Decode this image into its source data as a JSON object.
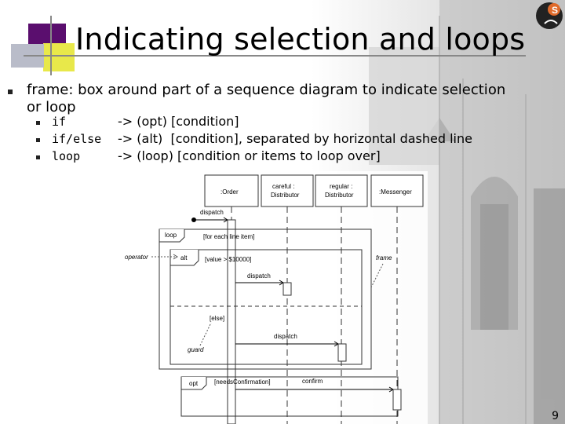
{
  "title": "Indicating selection and loops",
  "bullet_main": "frame: box around part of a sequence diagram to indicate selection or loop",
  "sub_items": [
    {
      "keyword": "if",
      "text": "-> (opt) [condition]"
    },
    {
      "keyword": "if/else",
      "text": "-> (alt)  [condition], separated by horizontal dashed line"
    },
    {
      "keyword": "loop",
      "text": "-> (loop) [condition or items to loop over]"
    }
  ],
  "diagram": {
    "lifelines": [
      ":Order",
      "careful :\nDistributor",
      "regular :\nDistributor",
      ":Messenger"
    ],
    "labels": {
      "dispatch_top": "dispatch",
      "loop_tag": "loop",
      "loop_cond": "[for each line item]",
      "operator": "operator",
      "alt_tag": "alt",
      "alt_cond": "[value > $10000]",
      "dispatch_1": "dispatch",
      "else_cond": "[else]",
      "dispatch_2": "dispatch",
      "guard": "guard",
      "frame": "frame",
      "opt_tag": "opt",
      "opt_cond": "[needsConfirmation]",
      "confirm": "confirm"
    }
  },
  "page_number": "9"
}
